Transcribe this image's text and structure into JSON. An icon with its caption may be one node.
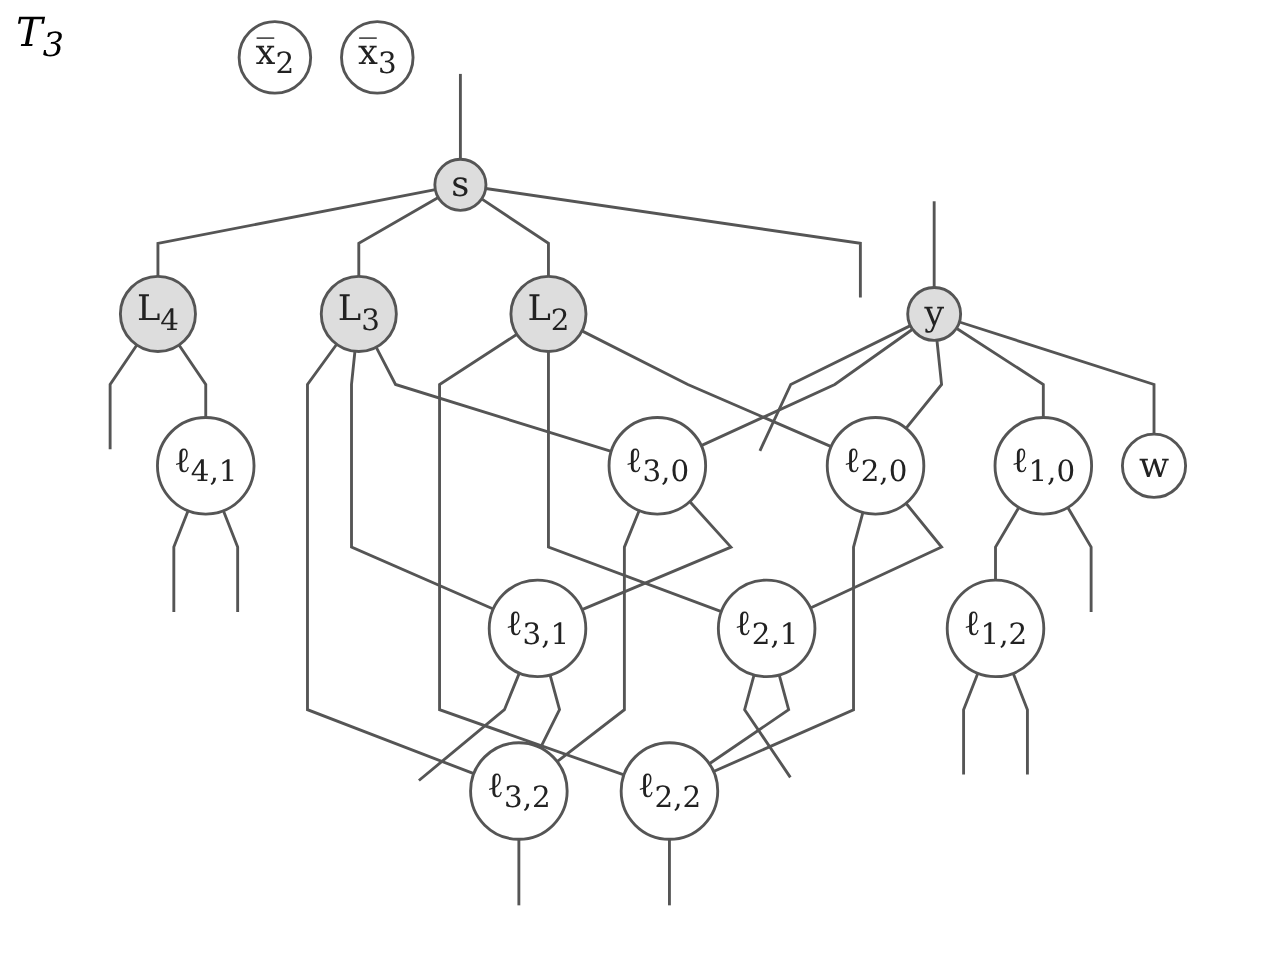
{
  "diagram": {
    "nodes": [
      {
        "text": [
          "s"
        ]
      },
      {
        "text": [
          "y"
        ]
      },
      {
        "text": [
          "w"
        ]
      },
      {
        "text": [
          "ℓ$_{1,0}$"
        ]
      },
      {
        "text": [
          "L$_{2}$"
        ]
      },
      {
        "text": [
          "ℓ$_{2,0}$"
        ]
      },
      {
        "text": [
          "L$_{3}$"
        ]
      },
      {
        "text": [
          "ℓ$_{3,0}$"
        ]
      },
      {
        "text": [
          "L$_{4}$"
        ]
      },
      {
        "text": [
          "ℓ$_{1,2}$"
        ]
      },
      {
        "text": [
          "ℓ$_{2,1}$"
        ]
      },
      {
        "text": [
          "ℓ$_{2,2}$"
        ]
      },
      {
        "text": [
          "ℓ$_{3,1}$"
        ]
      },
      {
        "text": [
          "ℓ$_{3,2}$"
        ]
      },
      {
        "text": [
          "ℓ$_{4,1}$"
        ]
      },
      {
        "text": [
          "x̅$_{2}$"
        ]
      },
      {
        "text": [
          "x̅$_{3}$"
        ]
      }
    ],
    "edges": [
      {
        "from": null,
        "to": 0,
        "arrow": "none"
      },
      {
        "from": null,
        "to": 1,
        "arrow": "none"
      },
      {
        "from": 1,
        "to": 2,
        "arrow": "none"
      },
      {
        "from": 0,
        "to": null,
        "arrow": "none"
      },
      {
        "from": 0,
        "to": 4,
        "arrow": "none"
      },
      {
        "from": 0,
        "to": 6,
        "arrow": "none"
      },
      {
        "from": 0,
        "to": 8,
        "arrow": "none"
      },
      {
        "from": 1,
        "to": 3,
        "arrow": "none"
      },
      {
        "from": 1,
        "to": 5,
        "arrow": "none"
      },
      {
        "from": 1,
        "to": 7,
        "arrow": "none"
      },
      {
        "from": 1,
        "to": null,
        "arrow": "none"
      },
      {
        "from": 3,
        "to": null,
        "arrow": "none"
      },
      {
        "from": 3,
        "to": 9,
        "arrow": "none"
      },
      {
        "from": 9,
        "to": null,
        "arrow": "none"
      },
      {
        "from": 4,
        "to": 5,
        "arrow": "none"
      },
      {
        "from": 4,
        "to": 10,
        "arrow": "none"
      },
      {
        "from": 4,
        "to": 11,
        "arrow": "none"
      },
      {
        "from": 5,
        "to": 10,
        "arrow": "none"
      },
      {
        "from": 5,
        "to": 11,
        "arrow": "none"
      },
      {
        "from": 10,
        "to": 11,
        "arrow": "none"
      },
      {
        "from": 6,
        "to": 7,
        "arrow": "none"
      },
      {
        "from": 6,
        "to": 12,
        "arrow": "none"
      },
      {
        "from": 6,
        "to": 13,
        "arrow": "none"
      },
      {
        "from": 7,
        "to": 12,
        "arrow": "none"
      },
      {
        "from": 7,
        "to": 13,
        "arrow": "none"
      },
      {
        "from": 12,
        "to": 13,
        "arrow": "none"
      },
      {
        "from": 8,
        "to": 14,
        "arrow": "none"
      },
      {
        "from": 8,
        "to": null,
        "arrow": "none"
      },
      {
        "from": 14,
        "to": null,
        "arrow": "none"
      },
      {
        "from": 9,
        "to": null,
        "arrow": "none"
      },
      {
        "from": 10,
        "to": null,
        "arrow": "none"
      },
      {
        "from": 11,
        "to": null,
        "arrow": "none"
      },
      {
        "from": 12,
        "to": null,
        "arrow": "none"
      },
      {
        "from": 13,
        "to": null,
        "arrow": "none"
      },
      {
        "from": 14,
        "to": null,
        "arrow": "none"
      }
    ],
    "labels": [
      "T$_{3}$"
    ]
  }
}
